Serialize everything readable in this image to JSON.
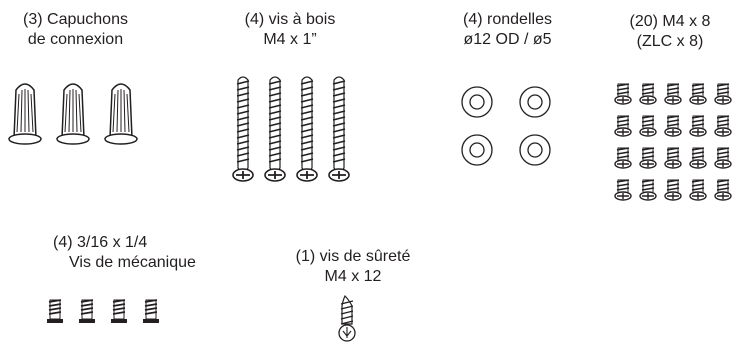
{
  "items": [
    {
      "id": "wire-caps",
      "lines": [
        "(3) Capuchons",
        "de connexion"
      ],
      "icon": "wire-connector-cap-icon"
    },
    {
      "id": "wood-screws",
      "lines": [
        "(4) vis à bois",
        "M4 x 1”"
      ],
      "icon": "wood-screw-icon"
    },
    {
      "id": "washers",
      "lines": [
        "(4) rondelles",
        "ø12 OD / ø5"
      ],
      "icon": "washer-icon"
    },
    {
      "id": "m4-screws",
      "lines": [
        "(20) M4 x 8",
        "(ZLC x 8)"
      ],
      "icon": "small-screw-icon"
    },
    {
      "id": "machine-screws",
      "lines": [
        "(4) 3/16 x 1/4",
        "Vis de mécanique"
      ],
      "icon": "machine-screw-icon"
    },
    {
      "id": "safety-screw",
      "lines": [
        "(1) vis de sûreté",
        "M4 x 12"
      ],
      "icon": "safety-screw-icon"
    }
  ],
  "colors": {
    "ink": "#231f20",
    "paper": "#ffffff"
  }
}
